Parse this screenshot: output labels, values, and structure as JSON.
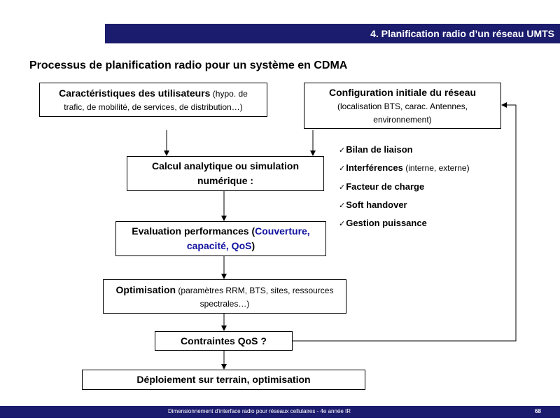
{
  "header": {
    "title": "4. Planification radio d’un réseau UMTS"
  },
  "slide": {
    "title": "Processus de planification radio pour un système en CDMA"
  },
  "boxes": {
    "users": {
      "main": "Caractéristiques des utilisateurs",
      "sub1": " (hypo. de",
      "sub2": "trafic, de mobilité, de services, de distribution…)"
    },
    "config": {
      "main": "Configuration initiale du réseau",
      "sub1": "(localisation BTS, carac. Antennes,",
      "sub2": "environnement)"
    },
    "calc": {
      "line1": "Calcul analytique ou simulation",
      "line2": "numérique :"
    },
    "eval": {
      "main": "Evaluation performances (",
      "hl1": "Couverture,",
      "hl2": "capacité, QoS",
      "close": ")"
    },
    "optim": {
      "main": "Optimisation",
      "sub1": " (paramètres RRM, BTS, sites, ressources",
      "sub2": "spectrales…)"
    },
    "qos": {
      "label": "Contraintes QoS ?"
    },
    "deploy": {
      "label": "Déploiement sur terrain, optimisation"
    }
  },
  "checklist": [
    {
      "main": "Bilan de liaison",
      "sub": ""
    },
    {
      "main": "Interférences",
      "sub": " (interne, externe)"
    },
    {
      "main": "Facteur de charge",
      "sub": ""
    },
    {
      "main": "Soft handover",
      "sub": ""
    },
    {
      "main": "Gestion puissance",
      "sub": ""
    }
  ],
  "check_glyph": "✓",
  "footer": {
    "text": "Dimensionnement d’interface radio pour réseaux cellulaires - 4e année IR",
    "page": "68"
  },
  "colors": {
    "bar": "#1c1c6e",
    "highlight": "#1010a0"
  }
}
